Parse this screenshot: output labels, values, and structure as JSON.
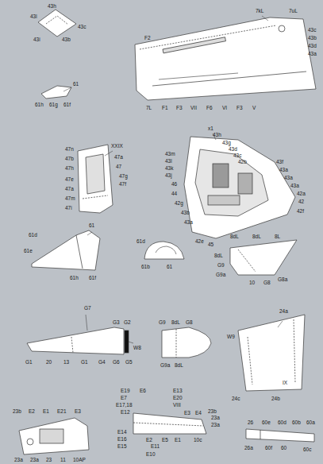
{
  "diagram": {
    "labels": [
      "43h",
      "43l",
      "43c",
      "43b",
      "43i",
      "61",
      "61h",
      "61g",
      "61f",
      "7kL",
      "7uL",
      "43c",
      "43b",
      "43d",
      "43a",
      "F2",
      "7L",
      "F1",
      "F3",
      "VII",
      "F6",
      "VI",
      "F3",
      "V",
      "x1",
      "43h",
      "43g",
      "43d",
      "43c",
      "42b",
      "43m",
      "43l",
      "43k",
      "43j",
      "46",
      "44",
      "42g",
      "43b",
      "43a",
      "42e",
      "45",
      "43f",
      "43a",
      "43a",
      "43a",
      "42a",
      "42",
      "42f",
      "XXIX",
      "47n",
      "47a",
      "47b",
      "47h",
      "47",
      "47e",
      "47g",
      "47f",
      "47a",
      "47m",
      "47i",
      "61d",
      "61",
      "61e",
      "61h",
      "61f",
      "61d",
      "61b",
      "61",
      "8dL",
      "8dL",
      "8L",
      "8dL",
      "G9",
      "G9a",
      "10",
      "G8",
      "G8a",
      "G7",
      "G3",
      "G2",
      "W8",
      "G1",
      "20",
      "13",
      "G1",
      "G4",
      "G6",
      "G5",
      "G9",
      "8dL",
      "G8",
      "G9a",
      "8dL",
      "24a",
      "W9",
      "IX",
      "24c",
      "24b",
      "23b",
      "E2",
      "E1",
      "E21",
      "E3",
      "23a",
      "23a",
      "23",
      "11",
      "10AP",
      "E19",
      "E6",
      "E13",
      "E7",
      "E20",
      "E17,18",
      "VIII",
      "E12",
      "E3",
      "E4",
      "23b",
      "23a",
      "23a",
      "E5",
      "E2",
      "E1",
      "E14",
      "E16",
      "E15",
      "E11",
      "E10",
      "10c",
      "26",
      "60e",
      "60d",
      "60b",
      "60a",
      "26a",
      "60f",
      "60",
      "60c"
    ]
  }
}
